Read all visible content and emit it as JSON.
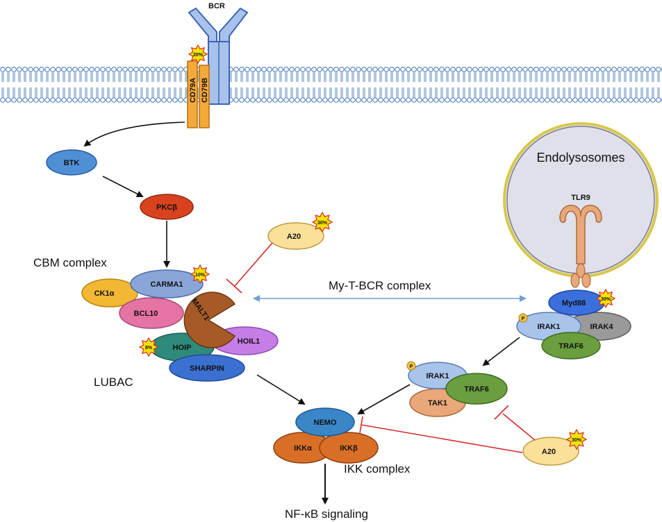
{
  "labels": {
    "bcr": "BCR",
    "cd79a": "CD79A",
    "cd79b": "CD79B",
    "btk": "BTK",
    "pkcb": "PKCβ",
    "cbm_complex": "CBM complex",
    "carma1": "CARMA1",
    "ck1a": "CK1α",
    "bcl10": "BCL10",
    "malt1": "MALT1",
    "hoil1": "HOIL1",
    "hoip": "HOIP",
    "sharpin": "SHARPIN",
    "lubac": "LUBAC",
    "a20_top": "A20",
    "my_t_bcr": "My-T-BCR complex",
    "endolysosomes": "Endolysosomes",
    "tlr9": "TLR9",
    "myd88": "Myd88",
    "irak1_right": "IRAK1",
    "irak4": "IRAK4",
    "traf6_right": "TRAF6",
    "irak1_mid": "IRAK1",
    "traf6_mid": "TRAF6",
    "tak1": "TAK1",
    "a20_bottom": "A20",
    "nemo": "NEMO",
    "ikka": "IKKα",
    "ikkb": "IKKβ",
    "ikk_complex": "IKK complex",
    "nfkb": "NF-κB  signaling",
    "phospho": "P"
  },
  "mutation_frequencies": {
    "cd79": "20%",
    "a20_top": "30%",
    "carma1": "10%",
    "hoip": "8%",
    "myd88": "30%",
    "a20_bottom": "30%"
  },
  "colors": {
    "membrane": "#4a8ac8",
    "btk": "#4f8fd6",
    "pkcb": "#d9421e",
    "carma1": "#8aa6d8",
    "ck1a": "#f2b733",
    "bcl10": "#e573a3",
    "malt1": "#a65a26",
    "hoil1": "#c47ee6",
    "hoip": "#2e8a7a",
    "sharpin": "#3b6fd0",
    "a20": "#fbe09a",
    "myd88": "#3a6fdc",
    "irak1": "#a8c4ea",
    "irak4": "#9a9a9a",
    "traf6": "#6a9e3e",
    "tak1": "#e9a77a",
    "nemo": "#3a86c8",
    "ikk": "#d96f26",
    "activation_arrow": "#111111",
    "inhibition": "#d42a2a",
    "interaction": "#6f9fd4",
    "mutation_star": "#f4e200"
  }
}
